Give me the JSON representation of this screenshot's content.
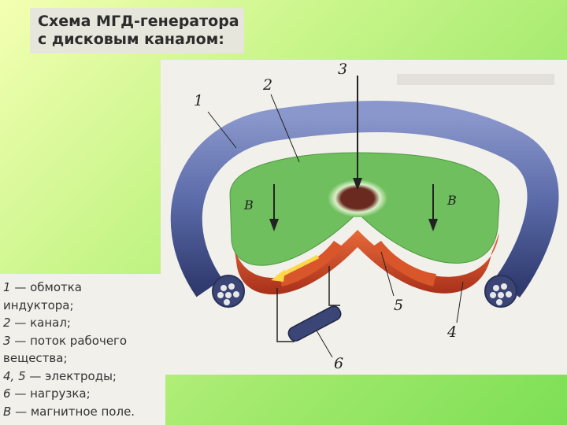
{
  "title": {
    "line1": "Схема МГД-генератора",
    "line2": "с дисковым каналом:"
  },
  "diagram": {
    "callouts": [
      "1",
      "2",
      "3",
      "4",
      "5",
      "6"
    ],
    "field_label": "В"
  },
  "legend": [
    {
      "num": "1",
      "text": " — обмотка"
    },
    {
      "num": "",
      "text": "индуктора;"
    },
    {
      "num": "2",
      "text": " — канал;"
    },
    {
      "num": "3",
      "text": " — поток рабочего"
    },
    {
      "num": "",
      "text": "вещества;"
    },
    {
      "num": "4, 5",
      "text": " — электроды;"
    },
    {
      "num": "6",
      "text": " — нагрузка;"
    },
    {
      "num": "В",
      "text": " — магнитное поле."
    }
  ],
  "colors": {
    "coil": "#5a6aa8",
    "channel": "#6fbf5e",
    "electrode": "#d8562a",
    "center": "#6b2a20"
  }
}
